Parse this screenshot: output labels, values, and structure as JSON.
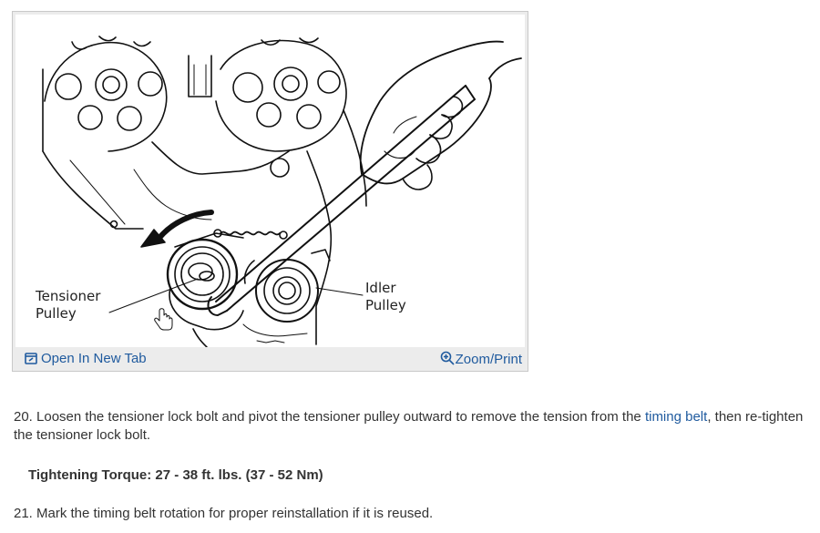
{
  "figure": {
    "labels": {
      "tensioner_line1": "Tensioner",
      "tensioner_line2": "Pulley",
      "idler_line1": "Idler",
      "idler_line2": "Pulley"
    },
    "toolbar": {
      "open_new_tab": "Open In New Tab",
      "zoom_print": "Zoom/Print",
      "open_icon": "external-window-icon",
      "zoom_icon": "zoom-in-icon"
    }
  },
  "content": {
    "step20": {
      "before": "20. Loosen the tensioner lock bolt and pivot the tensioner pulley outward to remove the tension from the ",
      "link": "timing belt",
      "after": ", then re-tighten the tensioner lock bolt."
    },
    "spec": "Tightening Torque: 27 - 38 ft. lbs. (37 - 52 Nm)",
    "step21": "21. Mark the timing belt rotation for proper reinstallation if it is reused."
  },
  "colors": {
    "link": "#1f5a9e",
    "text": "#333333",
    "frame": "#ececec"
  }
}
